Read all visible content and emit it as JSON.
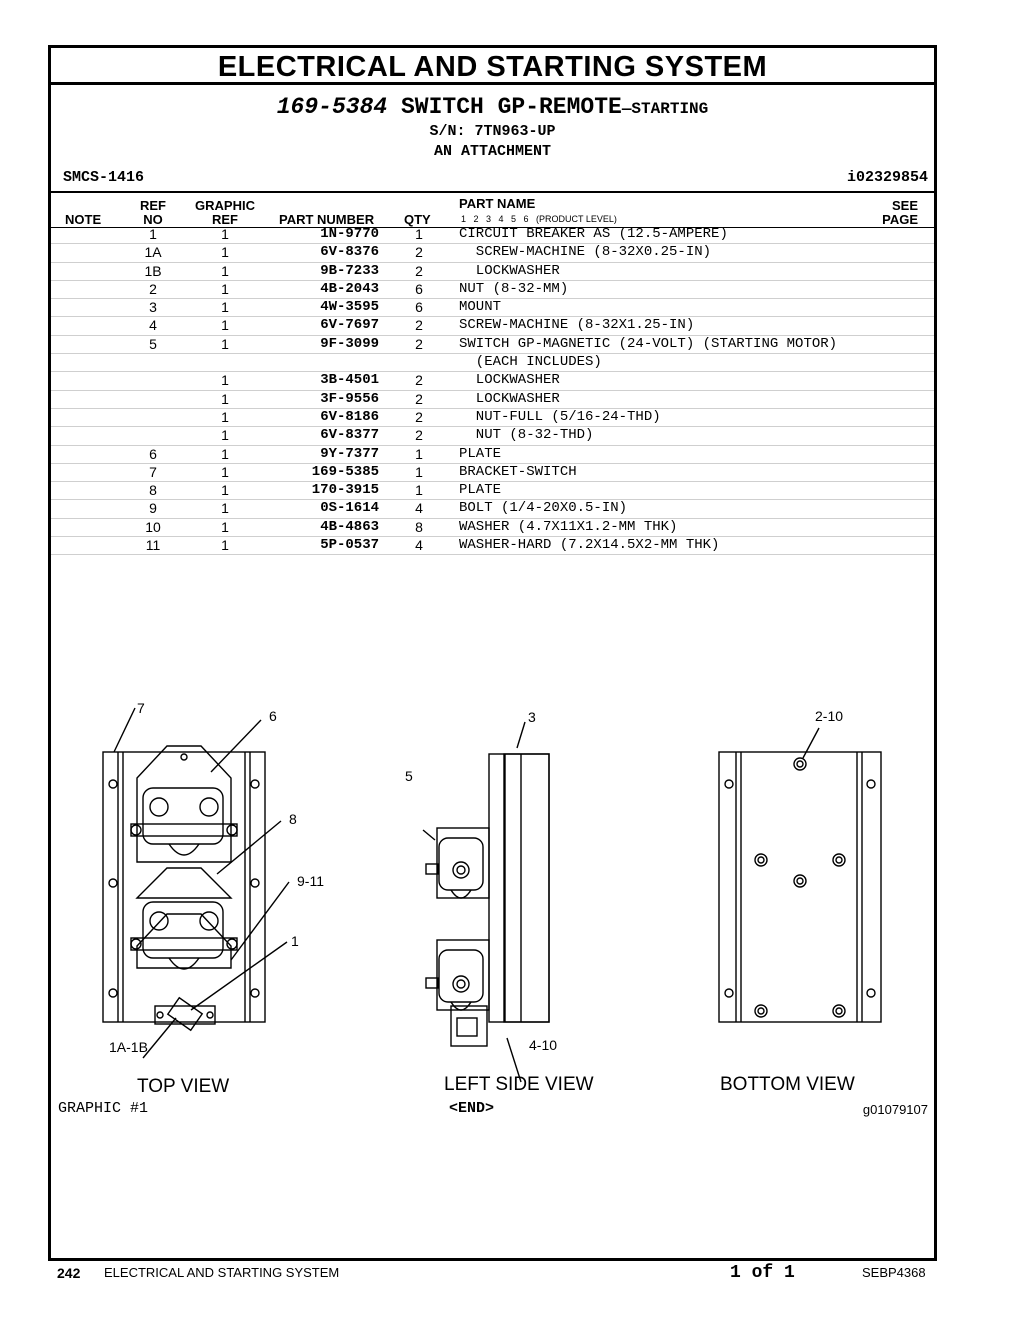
{
  "header": {
    "title": "ELECTRICAL AND STARTING SYSTEM",
    "part_number": "169-5384",
    "part_name_main": "SWITCH GP-REMOTE",
    "part_name_suffix": "—STARTING",
    "serial": "S/N: 7TN963-UP",
    "attachment": "AN ATTACHMENT",
    "smcs": "SMCS-1416",
    "info_id": "i02329854"
  },
  "table_headers": {
    "note": "NOTE",
    "ref_top": "REF",
    "ref_bottom": "NO",
    "graphic_top": "GRAPHIC",
    "graphic_bottom": "REF",
    "part_number": "PART NUMBER",
    "qty": "QTY",
    "part_name": "PART NAME",
    "product_level": "1   2   3   4   5   6   (PRODUCT LEVEL)",
    "see_top": "SEE",
    "see_bottom": "PAGE"
  },
  "rows": [
    {
      "ref": "1",
      "graphic": "1",
      "part": "1N-9770",
      "qty": "1",
      "name": "CIRCUIT BREAKER AS (12.5-AMPERE)"
    },
    {
      "ref": "1A",
      "graphic": "1",
      "part": "6V-8376",
      "qty": "2",
      "name": "  SCREW-MACHINE (8-32X0.25-IN)"
    },
    {
      "ref": "1B",
      "graphic": "1",
      "part": "9B-7233",
      "qty": "2",
      "name": "  LOCKWASHER"
    },
    {
      "ref": "2",
      "graphic": "1",
      "part": "4B-2043",
      "qty": "6",
      "name": "NUT (8-32-MM)"
    },
    {
      "ref": "3",
      "graphic": "1",
      "part": "4W-3595",
      "qty": "6",
      "name": "MOUNT"
    },
    {
      "ref": "4",
      "graphic": "1",
      "part": "6V-7697",
      "qty": "2",
      "name": "SCREW-MACHINE (8-32X1.25-IN)"
    },
    {
      "ref": "5",
      "graphic": "1",
      "part": "9F-3099",
      "qty": "2",
      "name": "SWITCH GP-MAGNETIC (24-VOLT) (STARTING MOTOR)"
    },
    {
      "ref": "",
      "graphic": "",
      "part": "",
      "qty": "",
      "name": "  (EACH INCLUDES)"
    },
    {
      "ref": "",
      "graphic": "1",
      "part": "3B-4501",
      "qty": "2",
      "name": "  LOCKWASHER"
    },
    {
      "ref": "",
      "graphic": "1",
      "part": "3F-9556",
      "qty": "2",
      "name": "  LOCKWASHER"
    },
    {
      "ref": "",
      "graphic": "1",
      "part": "6V-8186",
      "qty": "2",
      "name": "  NUT-FULL (5/16-24-THD)"
    },
    {
      "ref": "",
      "graphic": "1",
      "part": "6V-8377",
      "qty": "2",
      "name": "  NUT (8-32-THD)"
    },
    {
      "ref": "6",
      "graphic": "1",
      "part": "9Y-7377",
      "qty": "1",
      "name": "PLATE"
    },
    {
      "ref": "7",
      "graphic": "1",
      "part": "169-5385",
      "qty": "1",
      "name": "BRACKET-SWITCH"
    },
    {
      "ref": "8",
      "graphic": "1",
      "part": "170-3915",
      "qty": "1",
      "name": "PLATE"
    },
    {
      "ref": "9",
      "graphic": "1",
      "part": "0S-1614",
      "qty": "4",
      "name": "BOLT (1/4-20X0.5-IN)"
    },
    {
      "ref": "10",
      "graphic": "1",
      "part": "4B-4863",
      "qty": "8",
      "name": "WASHER (4.7X11X1.2-MM THK)"
    },
    {
      "ref": "11",
      "graphic": "1",
      "part": "5P-0537",
      "qty": "4",
      "name": "WASHER-HARD (7.2X14.5X2-MM THK)"
    }
  ],
  "graphic": {
    "callouts": {
      "c7": "7",
      "c6": "6",
      "c8": "8",
      "c911": "9-11",
      "c1": "1",
      "c1a1b": "1A-1B",
      "c3": "3",
      "c5": "5",
      "c410": "4-10",
      "c210": "2-10"
    },
    "top_view": "TOP VIEW",
    "left_side_view": "LEFT SIDE VIEW",
    "bottom_view": "BOTTOM VIEW",
    "graphic_label": "GRAPHIC #1",
    "end_label": "<END>",
    "graphic_id": "g01079107"
  },
  "footer": {
    "page_number": "242",
    "section": "ELECTRICAL AND STARTING SYSTEM",
    "page_of": "1 of 1",
    "doc_id": "SEBP4368"
  }
}
